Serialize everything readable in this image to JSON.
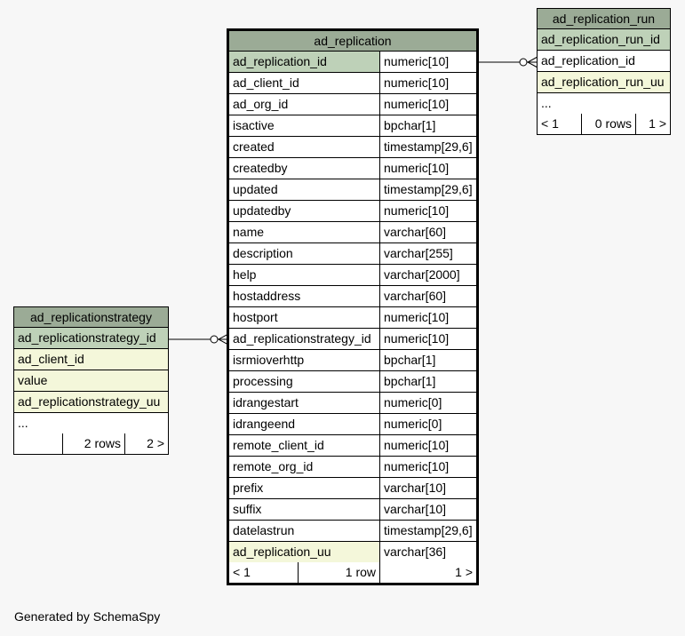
{
  "main_table": {
    "name": "ad_replication",
    "columns": [
      {
        "name": "ad_replication_id",
        "type": "numeric[10]",
        "role": "pk"
      },
      {
        "name": "ad_client_id",
        "type": "numeric[10]",
        "role": "plain"
      },
      {
        "name": "ad_org_id",
        "type": "numeric[10]",
        "role": "plain"
      },
      {
        "name": "isactive",
        "type": "bpchar[1]",
        "role": "plain"
      },
      {
        "name": "created",
        "type": "timestamp[29,6]",
        "role": "plain"
      },
      {
        "name": "createdby",
        "type": "numeric[10]",
        "role": "plain"
      },
      {
        "name": "updated",
        "type": "timestamp[29,6]",
        "role": "plain"
      },
      {
        "name": "updatedby",
        "type": "numeric[10]",
        "role": "plain"
      },
      {
        "name": "name",
        "type": "varchar[60]",
        "role": "plain"
      },
      {
        "name": "description",
        "type": "varchar[255]",
        "role": "plain"
      },
      {
        "name": "help",
        "type": "varchar[2000]",
        "role": "plain"
      },
      {
        "name": "hostaddress",
        "type": "varchar[60]",
        "role": "plain"
      },
      {
        "name": "hostport",
        "type": "numeric[10]",
        "role": "plain"
      },
      {
        "name": "ad_replicationstrategy_id",
        "type": "numeric[10]",
        "role": "plain"
      },
      {
        "name": "isrmioverhttp",
        "type": "bpchar[1]",
        "role": "plain"
      },
      {
        "name": "processing",
        "type": "bpchar[1]",
        "role": "plain"
      },
      {
        "name": "idrangestart",
        "type": "numeric[0]",
        "role": "plain"
      },
      {
        "name": "idrangeend",
        "type": "numeric[0]",
        "role": "plain"
      },
      {
        "name": "remote_client_id",
        "type": "numeric[10]",
        "role": "plain"
      },
      {
        "name": "remote_org_id",
        "type": "numeric[10]",
        "role": "plain"
      },
      {
        "name": "prefix",
        "type": "varchar[10]",
        "role": "plain"
      },
      {
        "name": "suffix",
        "type": "varchar[10]",
        "role": "plain"
      },
      {
        "name": "datelastrun",
        "type": "timestamp[29,6]",
        "role": "plain"
      },
      {
        "name": "ad_replication_uu",
        "type": "varchar[36]",
        "role": "fk"
      }
    ],
    "footer": {
      "left": "< 1",
      "mid": "1 row",
      "right": "1 >"
    }
  },
  "run_table": {
    "name": "ad_replication_run",
    "columns": [
      {
        "name": "ad_replication_run_id",
        "role": "pk"
      },
      {
        "name": "ad_replication_id",
        "role": "plain"
      },
      {
        "name": "ad_replication_run_uu",
        "role": "fk"
      },
      {
        "name": "...",
        "role": "plain"
      }
    ],
    "footer": {
      "left": "< 1",
      "mid": "0 rows",
      "right": "1 >"
    }
  },
  "strategy_table": {
    "name": "ad_replicationstrategy",
    "columns": [
      {
        "name": "ad_replicationstrategy_id",
        "role": "pk"
      },
      {
        "name": "ad_client_id",
        "role": "fk"
      },
      {
        "name": "value",
        "role": "fk"
      },
      {
        "name": "ad_replicationstrategy_uu",
        "role": "fk"
      },
      {
        "name": "...",
        "role": "plain"
      }
    ],
    "footer": {
      "left": "",
      "mid": "2 rows",
      "right": "2 >"
    }
  },
  "generated_by": "Generated by SchemaSpy"
}
